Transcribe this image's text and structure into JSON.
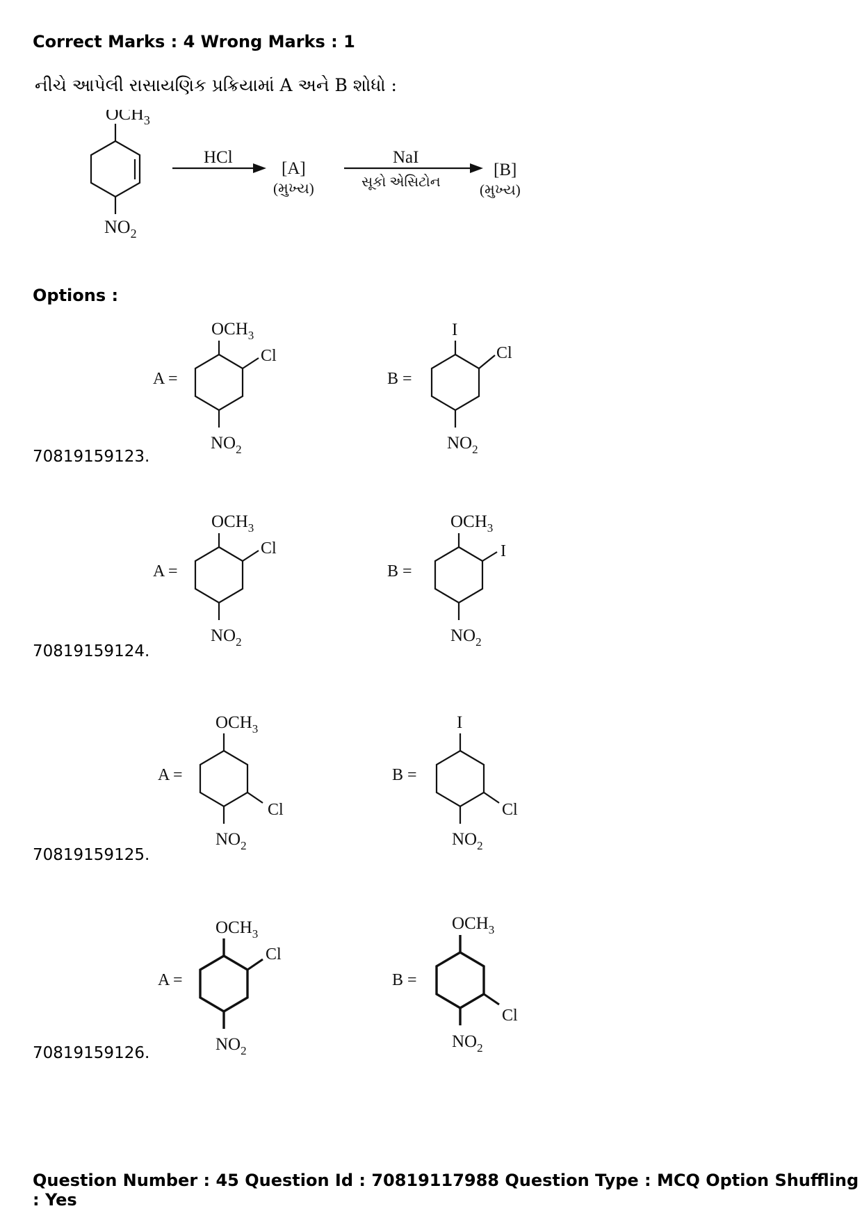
{
  "marks_line": "Correct Marks : 4 Wrong Marks : 1",
  "question_text": "નીચે આપેલી રાસાયણિક પ્રક્રિયામાં A અને B શોધો :",
  "reaction": {
    "reactant_top": "OCH",
    "reactant_bottom": "NO",
    "reagent1": "HCl",
    "intermediate": "[A]",
    "intermediate_note": "(મુખ્ય)",
    "reagent2": "NaI",
    "reagent2_condition": "સૂકો એસિટોન",
    "product": "[B]",
    "product_note": "(મુખ્ય)"
  },
  "options_label": "Options :",
  "options": [
    {
      "id": "70819159123.",
      "A": {
        "prefix": "A =",
        "top": "OCH",
        "side": "Cl",
        "bottom": "NO"
      },
      "B": {
        "prefix": "B =",
        "top": "I",
        "side": "Cl",
        "bottom": "NO"
      }
    },
    {
      "id": "70819159124.",
      "A": {
        "prefix": "A =",
        "top": "OCH",
        "side": "Cl",
        "bottom": "NO"
      },
      "B": {
        "prefix": "B =",
        "top": "OCH",
        "side": "I",
        "bottom": "NO"
      }
    },
    {
      "id": "70819159125.",
      "A": {
        "prefix": "A =",
        "top": "OCH",
        "side": "Cl",
        "bottom": "NO"
      },
      "B": {
        "prefix": "B =",
        "top": "I",
        "side": "Cl",
        "bottom": "NO"
      }
    },
    {
      "id": "70819159126.",
      "A": {
        "prefix": "A =",
        "top": "OCH",
        "side": "Cl",
        "bottom": "NO"
      },
      "B": {
        "prefix": "B =",
        "top": "OCH",
        "side": "Cl",
        "bottom": "NO"
      }
    }
  ],
  "footer": "Question Number : 45 Question Id : 70819117988 Question Type : MCQ Option Shuffling : Yes"
}
